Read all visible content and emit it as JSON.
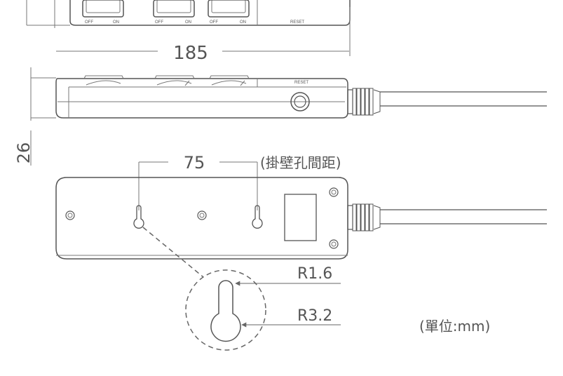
{
  "top_view": {
    "switch_off_label": "OFF",
    "switch_on_label": "ON",
    "reset_label": "RESET",
    "width_dimension": "185"
  },
  "side_view": {
    "reset_label": "RESET",
    "height_dimension": "26"
  },
  "bottom_view": {
    "hole_spacing_dimension": "75",
    "hole_spacing_note": "(掛壁孔間距)"
  },
  "keyhole_detail": {
    "small_radius_label": "R1.6",
    "large_radius_label": "R3.2"
  },
  "unit_note": "(單位:mm)"
}
